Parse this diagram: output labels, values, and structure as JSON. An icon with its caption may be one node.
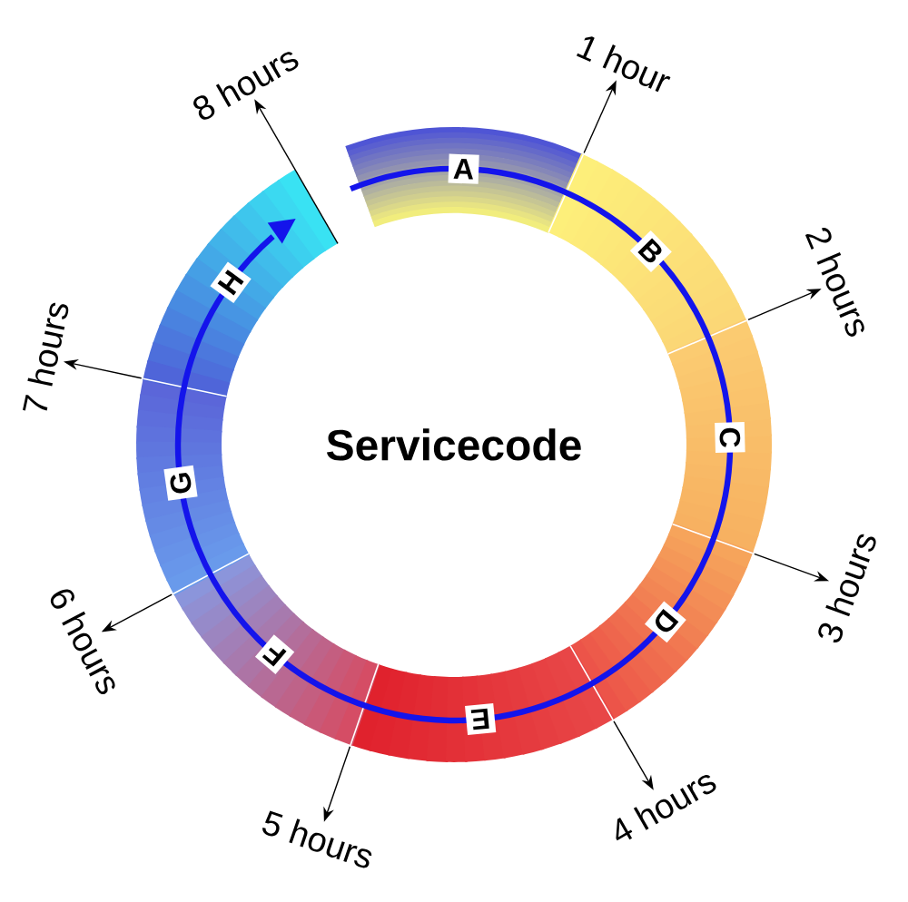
{
  "diagram": {
    "title": "Servicecode",
    "nodes": [
      {
        "text": [
          "A"
        ]
      },
      {
        "text": [
          "B"
        ]
      },
      {
        "text": [
          "C"
        ]
      },
      {
        "text": [
          "D"
        ]
      },
      {
        "text": [
          "E"
        ]
      },
      {
        "text": [
          "F"
        ]
      },
      {
        "text": [
          "G"
        ]
      },
      {
        "text": [
          "H"
        ]
      },
      {
        "text": [
          "1 hour"
        ]
      },
      {
        "text": [
          "2 hours"
        ]
      },
      {
        "text": [
          "3 hours"
        ]
      },
      {
        "text": [
          "4 hours"
        ]
      },
      {
        "text": [
          "5 hours"
        ]
      },
      {
        "text": [
          "6 hours"
        ]
      },
      {
        "text": [
          "7 hours"
        ]
      },
      {
        "text": [
          "8 hours"
        ]
      }
    ],
    "edges": [
      {
        "from": null,
        "to": 8,
        "arrow": "to"
      },
      {
        "from": null,
        "to": 9,
        "arrow": "to"
      },
      {
        "from": null,
        "to": 10,
        "arrow": "to"
      },
      {
        "from": null,
        "to": 11,
        "arrow": "to"
      },
      {
        "from": null,
        "to": 12,
        "arrow": "to"
      },
      {
        "from": null,
        "to": 13,
        "arrow": "to"
      },
      {
        "from": null,
        "to": 14,
        "arrow": "to"
      },
      {
        "from": null,
        "to": 15,
        "arrow": "to"
      }
    ]
  }
}
